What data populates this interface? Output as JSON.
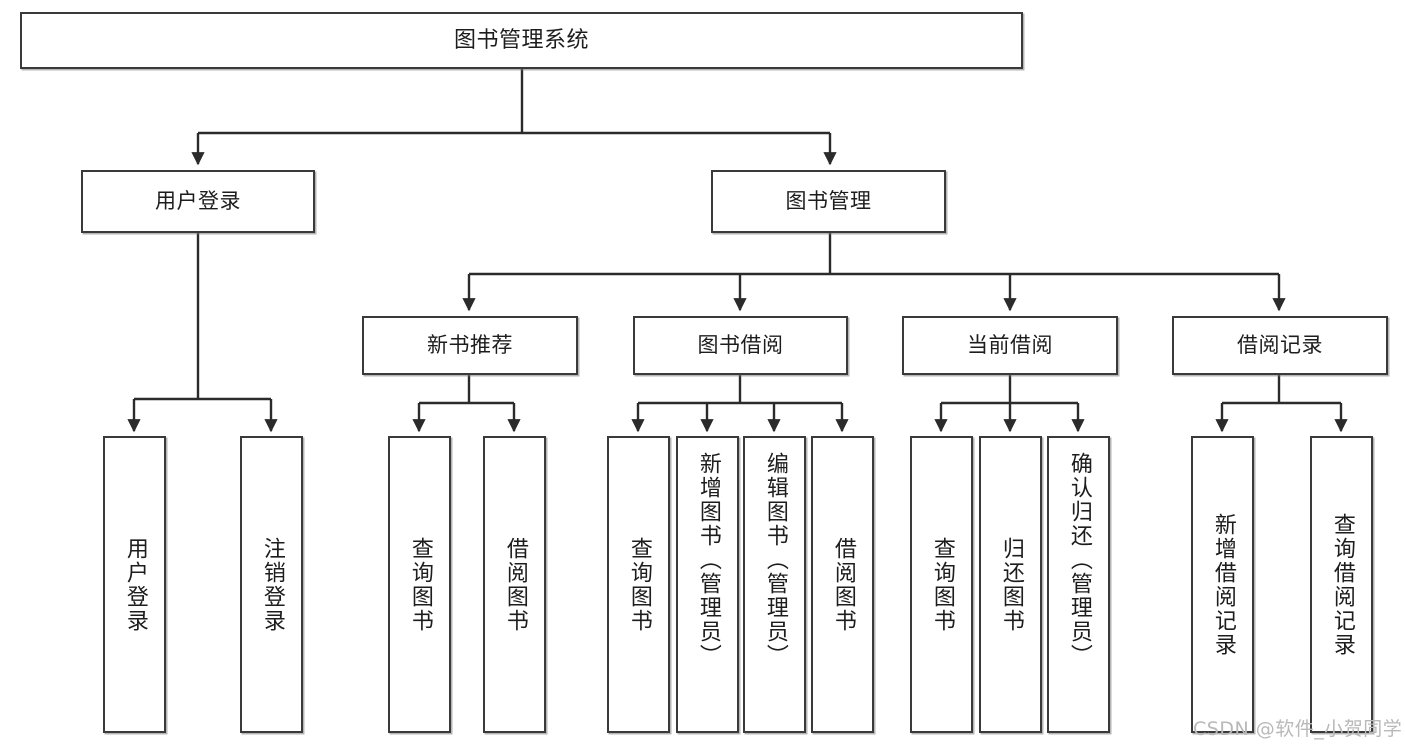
{
  "diagram": {
    "type": "tree",
    "title": "图书管理系统",
    "watermark": "CSDN @软件_小贺同学",
    "colors": {
      "node_border": "#3a3a3a",
      "node_fill": "#ffffff",
      "edge": "#2b2b2b",
      "text": "#1d1d1d",
      "watermark": "#b9b9b9",
      "background": "#ffffff"
    },
    "nodes": {
      "root": {
        "label": "图书管理系统"
      },
      "level2": [
        {
          "id": "user-login",
          "label": "用户登录"
        },
        {
          "id": "book-management",
          "label": "图书管理"
        }
      ],
      "level3": [
        {
          "id": "new-book-recommend",
          "label": "新书推荐"
        },
        {
          "id": "book-borrow",
          "label": "图书借阅"
        },
        {
          "id": "current-borrow",
          "label": "当前借阅"
        },
        {
          "id": "borrow-record",
          "label": "借阅记录"
        }
      ],
      "leaves": {
        "user_login": [
          {
            "id": "leaf-user-login",
            "label": "用户登录"
          },
          {
            "id": "leaf-logout",
            "label": "注销登录"
          }
        ],
        "new_book_recommend": [
          {
            "id": "leaf-query-book-1",
            "label": "查询图书"
          },
          {
            "id": "leaf-borrow-book-1",
            "label": "借阅图书"
          }
        ],
        "book_borrow": [
          {
            "id": "leaf-query-book-2",
            "label": "查询图书"
          },
          {
            "id": "leaf-add-book",
            "label": "新增图书（管理员）"
          },
          {
            "id": "leaf-edit-book",
            "label": "编辑图书（管理员）"
          },
          {
            "id": "leaf-borrow-book-2",
            "label": "借阅图书"
          }
        ],
        "current_borrow": [
          {
            "id": "leaf-query-book-3",
            "label": "查询图书"
          },
          {
            "id": "leaf-return-book",
            "label": "归还图书"
          },
          {
            "id": "leaf-confirm-return",
            "label": "确认归还（管理员）"
          }
        ],
        "borrow_record": [
          {
            "id": "leaf-add-record",
            "label": "新增借阅记录"
          },
          {
            "id": "leaf-query-record",
            "label": "查询借阅记录"
          }
        ]
      }
    }
  }
}
